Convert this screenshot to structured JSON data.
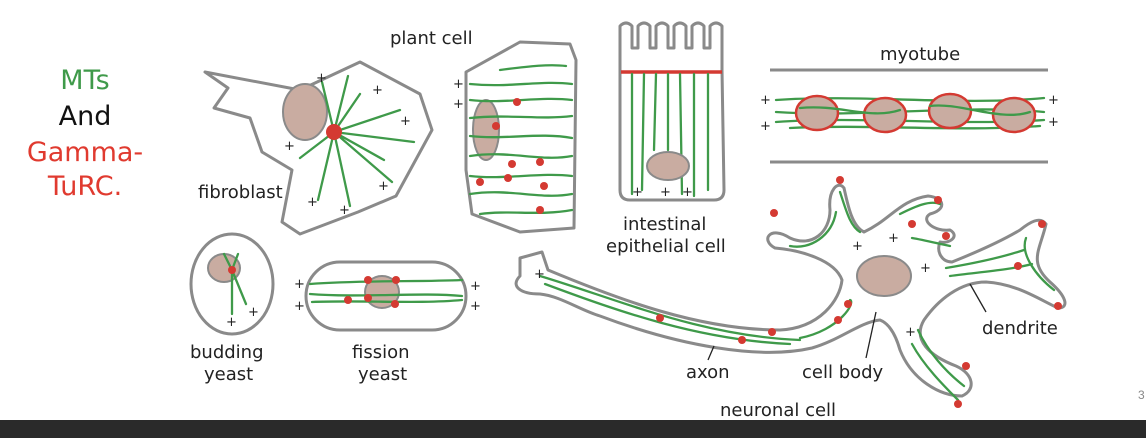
{
  "legend": {
    "mts": "MTs",
    "and": "And",
    "gamma_1": "Gamma-",
    "gamma_2": "TuRC.",
    "colors": {
      "mts": "#3f9a4a",
      "gamma": "#e03a2f",
      "and": "#111111"
    }
  },
  "labels": {
    "plant_cell": "plant cell",
    "fibroblast": "fibroblast",
    "intestinal_1": "intestinal",
    "intestinal_2": "epithelial cell",
    "myotube": "myotube",
    "budding_1": "budding",
    "budding_2": "yeast",
    "fission_1": "fission",
    "fission_2": "yeast",
    "axon": "axon",
    "cell_body": "cell body",
    "dendrite": "dendrite",
    "neuronal_cell": "neuronal cell"
  },
  "plus_sign": "+",
  "page_number": "3",
  "colors": {
    "microtubule": "#3f9a4a",
    "gamma_turc": "#d43a32",
    "nucleus": "#c9aca1",
    "outline": "#8a8a8a",
    "footer": "#2a2a2a"
  }
}
